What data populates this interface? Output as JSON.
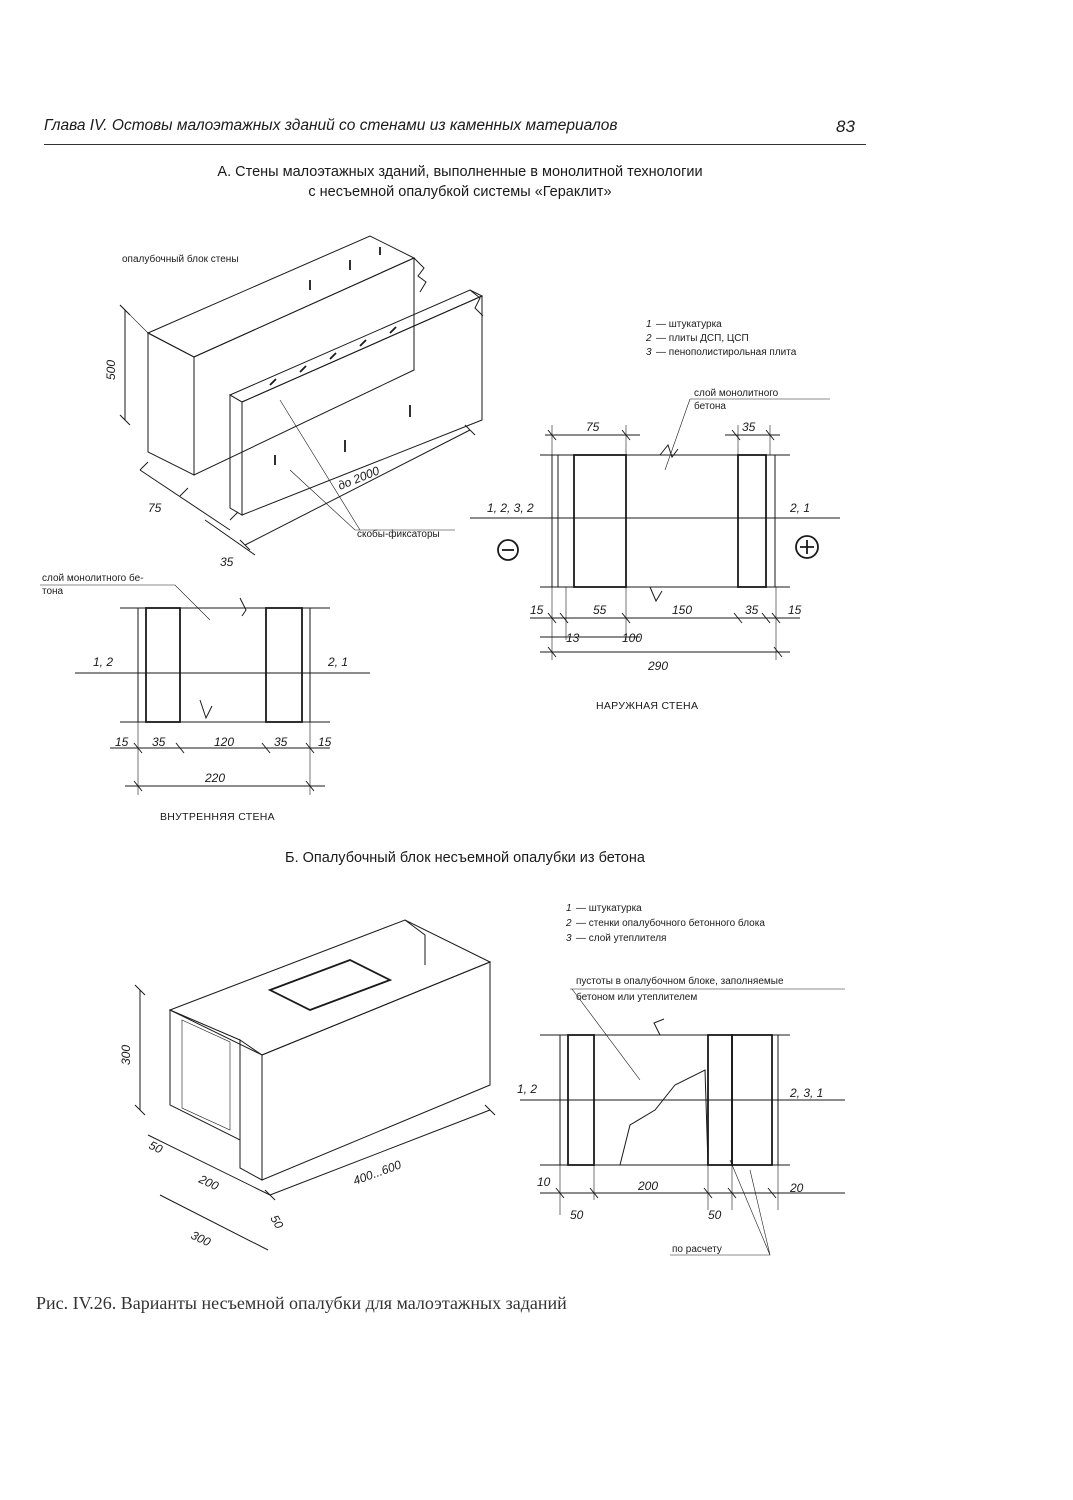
{
  "header": {
    "chapter_title": "Глава IV. Остовы малоэтажных зданий со стенами из каменных материалов",
    "page_number": "83"
  },
  "section_a": {
    "title_line1": "А. Стены малоэтажных зданий, выполненные в монолитной технологии",
    "title_line2": "с несъемной опалубкой системы «Гераклит»",
    "iso_block": {
      "label_block": "опалубочный блок стены",
      "label_clips": "скобы-фиксаторы",
      "dim_height": "500",
      "dim_75": "75",
      "dim_35": "35",
      "dim_length": "до 2000"
    },
    "legend": [
      {
        "num": "1",
        "text": "— штукатурка"
      },
      {
        "num": "2",
        "text": "— плиты ДСП, ЦСП"
      },
      {
        "num": "3",
        "text": "— пенополистирольная плита"
      }
    ],
    "outer_wall": {
      "label_concrete_1": "слой монолитного",
      "label_concrete_2": "бетона",
      "dim_top_75": "75",
      "dim_top_35": "35",
      "layers_left": "1, 2, 3, 2",
      "layers_right": "2, 1",
      "minus_sign": "−",
      "plus_sign": "+",
      "dims_bottom": [
        "15",
        "55",
        "150",
        "35",
        "15"
      ],
      "dim_13": "13",
      "dim_100": "100",
      "dim_total": "290",
      "caption": "НАРУЖНАЯ СТЕНА"
    },
    "inner_wall": {
      "label_concrete_1": "слой монолитного бе-",
      "label_concrete_2": "тона",
      "layers_left": "1, 2",
      "layers_right": "2, 1",
      "dims_bottom": [
        "15",
        "35",
        "120",
        "35",
        "15"
      ],
      "dim_total": "220",
      "caption": "ВНУТРЕННЯЯ СТЕНА"
    }
  },
  "section_b": {
    "title": "Б. Опалубочный блок несъемной опалубки из бетона",
    "legend": [
      {
        "num": "1",
        "text": "— штукатурка"
      },
      {
        "num": "2",
        "text": "— стенки опалубочного бетонного блока"
      },
      {
        "num": "3",
        "text": "— слой утеплителя"
      }
    ],
    "iso_block": {
      "dim_height": "300",
      "dim_50_left": "50",
      "dim_200": "200",
      "dim_300": "300",
      "dim_50_right": "50",
      "dim_length": "400...600"
    },
    "section": {
      "label_voids_1": "пустоты в опалубочном блоке, заполняемые",
      "label_voids_2": "бетоном или утеплителем",
      "layers_left": "1, 2",
      "layers_right": "2, 3, 1",
      "dim_10": "10",
      "dim_200": "200",
      "dim_20": "20",
      "dim_50_left": "50",
      "dim_50_right": "50",
      "label_calc": "по расчету"
    }
  },
  "figure_caption": "Рис. IV.26. Варианты несъемной опалубки для малоэтажных заданий"
}
